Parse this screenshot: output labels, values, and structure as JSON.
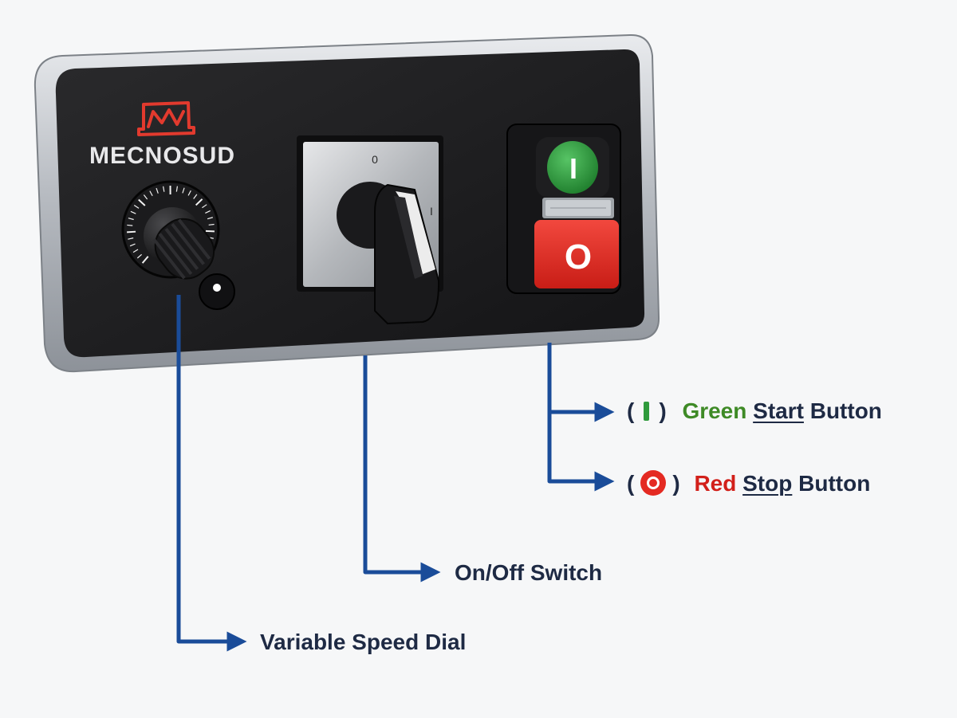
{
  "brand": {
    "name": "MECNOSUD",
    "color": "#e23a2e"
  },
  "rotary_switch": {
    "off_mark": "0",
    "on_mark": "I"
  },
  "buttons": {
    "start_symbol": "I",
    "stop_symbol": "O",
    "green": "#2f9a3c",
    "red": "#e42a22"
  },
  "callouts": {
    "line_color": "#1a4c99",
    "text_color": "#1e2a44",
    "start": {
      "open_paren": "(",
      "close_paren": ")",
      "color_word": "Green",
      "action_word": "Start",
      "suffix": "Button"
    },
    "stop": {
      "open_paren": "(",
      "close_paren": ")",
      "color_word": "Red",
      "action_word": "Stop",
      "suffix": "Button"
    },
    "switch": {
      "label": "On/Off Switch"
    },
    "dial": {
      "label": "Variable Speed Dial"
    }
  }
}
